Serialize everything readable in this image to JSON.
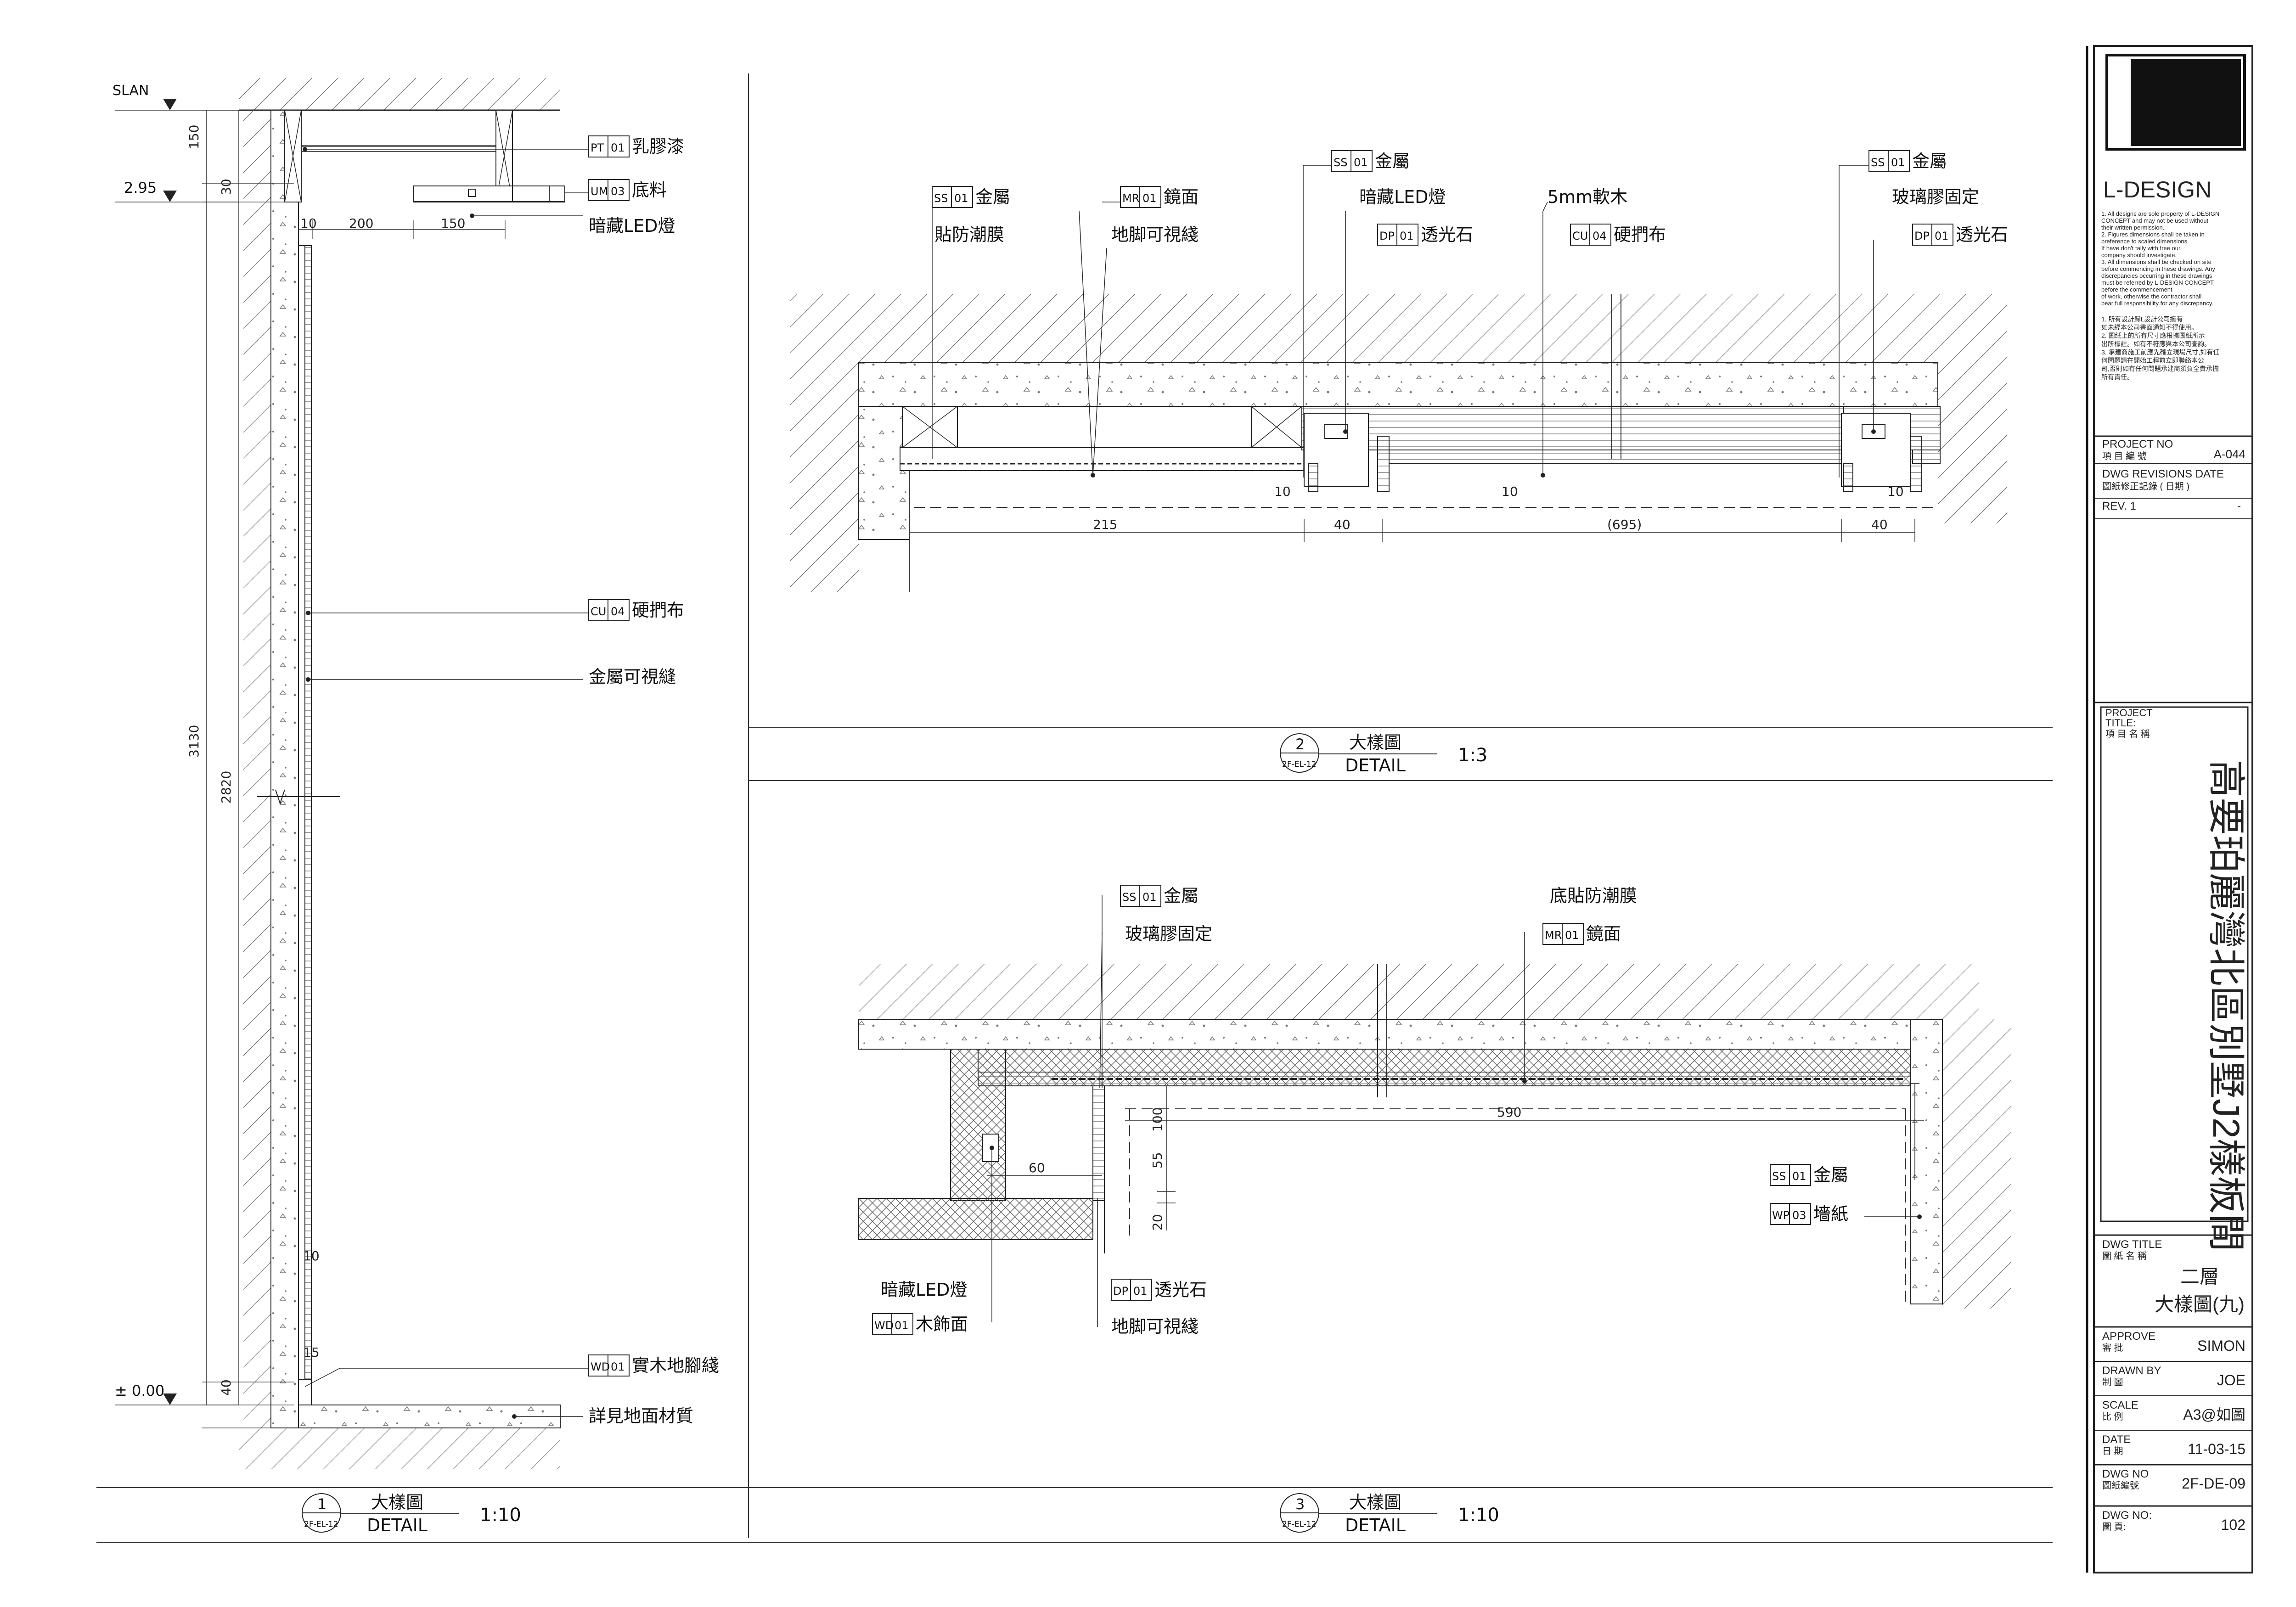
{
  "detail1": {
    "levels": {
      "slan": "SLAN",
      "l295": "2.95",
      "l000": "± 0.00"
    },
    "dims_v": [
      "150",
      "30",
      "3130",
      "2820",
      "40"
    ],
    "dims_h": [
      "10",
      "200",
      "150",
      "10",
      "15"
    ],
    "callouts": [
      {
        "code": "PT",
        "num": "01",
        "text": "乳膠漆"
      },
      {
        "code": "UM",
        "num": "03",
        "text": "底料"
      },
      {
        "code": "",
        "num": "",
        "text": "暗藏LED燈"
      },
      {
        "code": "CU",
        "num": "04",
        "text": "硬捫布"
      },
      {
        "code": "",
        "num": "",
        "text": "金屬可視縫"
      },
      {
        "code": "WD",
        "num": "01",
        "text": "實木地腳綫"
      },
      {
        "code": "",
        "num": "",
        "text": "詳見地面材質"
      }
    ],
    "tag": {
      "num": "1",
      "ref": "2F-EL-12",
      "title_cn": "大樣圖",
      "title_en": "DETAIL",
      "scale": "1:10"
    }
  },
  "detail2": {
    "callouts": [
      {
        "code": "SS",
        "num": "01",
        "text": "金屬"
      },
      {
        "code": "",
        "num": "",
        "text": "貼防潮膜"
      },
      {
        "code": "MR",
        "num": "01",
        "text": "鏡面"
      },
      {
        "code": "",
        "num": "",
        "text": "地脚可視綫"
      },
      {
        "code": "SS",
        "num": "01",
        "text": "金屬"
      },
      {
        "code": "",
        "num": "",
        "text": "暗藏LED燈"
      },
      {
        "code": "DP",
        "num": "01",
        "text": "透光石"
      },
      {
        "code": "",
        "num": "",
        "text": "5mm軟木"
      },
      {
        "code": "CU",
        "num": "04",
        "text": "硬捫布"
      },
      {
        "code": "SS",
        "num": "01",
        "text": "金屬"
      },
      {
        "code": "",
        "num": "",
        "text": "玻璃膠固定"
      },
      {
        "code": "DP",
        "num": "01",
        "text": "透光石"
      }
    ],
    "dims": [
      "215",
      "40",
      "(695)",
      "40",
      "10",
      "10",
      "10"
    ],
    "tag": {
      "num": "2",
      "ref": "2F-EL-12",
      "title_cn": "大樣圖",
      "title_en": "DETAIL",
      "scale": "1:3"
    }
  },
  "detail3": {
    "callouts": [
      {
        "code": "SS",
        "num": "01",
        "text": "金屬"
      },
      {
        "code": "",
        "num": "",
        "text": "玻璃膠固定"
      },
      {
        "code": "",
        "num": "",
        "text": "底貼防潮膜"
      },
      {
        "code": "MR",
        "num": "01",
        "text": "鏡面"
      },
      {
        "code": "SS",
        "num": "01",
        "text": "金屬"
      },
      {
        "code": "WP",
        "num": "03",
        "text": "墻紙"
      },
      {
        "code": "",
        "num": "",
        "text": "暗藏LED燈"
      },
      {
        "code": "WD",
        "num": "01",
        "text": "木飾面"
      },
      {
        "code": "DP",
        "num": "01",
        "text": "透光石"
      },
      {
        "code": "",
        "num": "",
        "text": "地脚可視綫"
      }
    ],
    "dims": [
      "590",
      "60",
      "55",
      "100",
      "20"
    ],
    "tag": {
      "num": "3",
      "ref": "2F-EL-12",
      "title_cn": "大樣圖",
      "title_en": "DETAIL",
      "scale": "1:10"
    }
  },
  "titleblock": {
    "brand": "L-DESIGN",
    "notes_en": [
      "1. All designs are sole property of L-DESIGN",
      "   CONCEPT   and may not be used without",
      "   their written permission.",
      "2. Figures dimensions shall be taken in",
      "   preference to scaled dimensions.",
      "   If have don't tally with free our",
      "   company should investigate.",
      "3. All dimensions shall  be checked on site",
      "   before commencing in these drawings. Any",
      "   discrepancies occurring in these drawings",
      "   must be referred by L-DESIGN CONCEPT",
      "   before the commencement",
      "   of work, otherwise the contractor shall",
      "   bear full  responsibility for any discrepancy."
    ],
    "notes_cn": [
      "1. 所有設計歸L設計公司擁有",
      "   如未經本公司書面通知不得使用。",
      "2. 圖紙上的所有尺寸應根據圖紙所示",
      "   出所標註。如有不符應與本公司查詢。",
      "3. 承建商施工前應先確立現場尺寸,如有任",
      "   何問題請在開始工程前立即聯絡本公",
      "   司,否則如有任何問題承建商須負全責承擔",
      "   所有責任。"
    ],
    "project_no_label_en": "PROJECT NO",
    "project_no_label_cn": "項 目 編 號",
    "project_no": "A-044",
    "revisions_label_en": "DWG REVISIONS DATE",
    "revisions_label_cn": "圖紙修正記錄 ( 日期 )",
    "rev": "REV. 1",
    "rev_value": "-",
    "project_title_label_en1": "PROJECT",
    "project_title_label_en2": "TITLE:",
    "project_title_label_cn": "項 目 名 稱",
    "project_title": "高要珀麗灣北區別墅J2樣板間",
    "dwg_title_label_en": "DWG TITLE",
    "dwg_title_label_cn": "圖 紙 名 稱",
    "dwg_title_1": "二層",
    "dwg_title_2": "大樣圖(九)",
    "approve_label_en": "APPROVE",
    "approve_label_cn": "審  批",
    "approve": "SIMON",
    "drawn_label_en": "DRAWN BY",
    "drawn_label_cn": "制  圖",
    "drawn": "JOE",
    "scale_label_en": "SCALE",
    "scale_label_cn": "比  例",
    "scale": "A3@如圖",
    "date_label_en": "DATE",
    "date_label_cn": "日  期",
    "date": "11-03-15",
    "dwgno_label_en": "DWG NO",
    "dwgno_label_cn": "圖紙編號",
    "dwgno": "2F-DE-09",
    "page_label_en": "DWG NO:",
    "page_label_cn": "圖  頁:",
    "page": "102"
  }
}
